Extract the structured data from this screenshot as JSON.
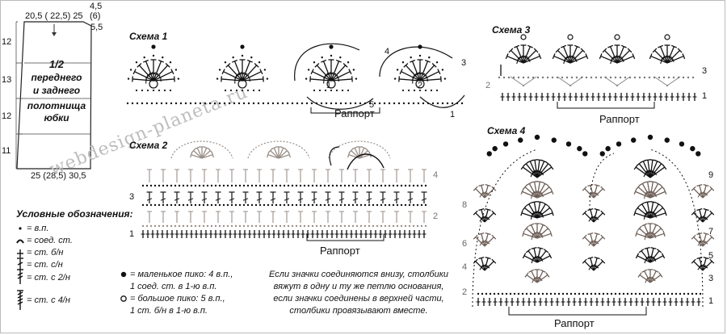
{
  "skirt": {
    "top_width": "20,5 ( 22,5) 25",
    "top_right_a": "4,5",
    "top_right_b": "(6)",
    "top_right_c": "5,5",
    "bottom_width": "25 (28,5) 30,5",
    "heights": [
      "12",
      "13",
      "12",
      "11"
    ],
    "panel_line1": "1/2",
    "panel_line2": "переднего",
    "panel_line3": "и заднего",
    "panel_line4": "полотнища",
    "panel_line5": "юбки"
  },
  "watermark": "webdesign-planeta.ru",
  "scheme1": {
    "title": "Схема 1",
    "repeat": "Раппорт",
    "labels": [
      "4",
      "3",
      "5",
      "1"
    ],
    "circle_labels": [
      "1",
      "2"
    ]
  },
  "scheme2": {
    "title": "Схема 2",
    "repeat": "Раппорт",
    "row_labels": [
      "4",
      "3",
      "2",
      "1"
    ]
  },
  "scheme3": {
    "title": "Схема 3",
    "repeat": "Раппорт",
    "row_labels": [
      "3",
      "2",
      "1"
    ]
  },
  "scheme4": {
    "title": "Схема 4",
    "repeat": "Раппорт",
    "row_labels_right": [
      "9",
      "7",
      "5",
      "3",
      "1"
    ],
    "row_labels_left": [
      "8",
      "6",
      "4",
      "2"
    ]
  },
  "legend": {
    "title": "Условные обозначения:",
    "items": [
      "= в.п.",
      "= соед. ст.",
      "= ст. б/н",
      "= ст. с/н",
      "= ст. с 2/н",
      "= ст. с 4/н"
    ]
  },
  "picots": {
    "small_line1": "= маленькое пико: 4 в.п.,",
    "small_line2": "1 соед. ст. в 1-ю в.п.",
    "large_line1": "= большое пико: 5 в.п.,",
    "large_line2": "1 ст. б/н в 1-ю в.п."
  },
  "note": {
    "line1": "Если значки соединяются внизу, столбики",
    "line2": "вяжут в одну и ту же петлю основания,",
    "line3": "если значки соединены в верхней части,",
    "line4": "столбики провязывают вместе."
  }
}
